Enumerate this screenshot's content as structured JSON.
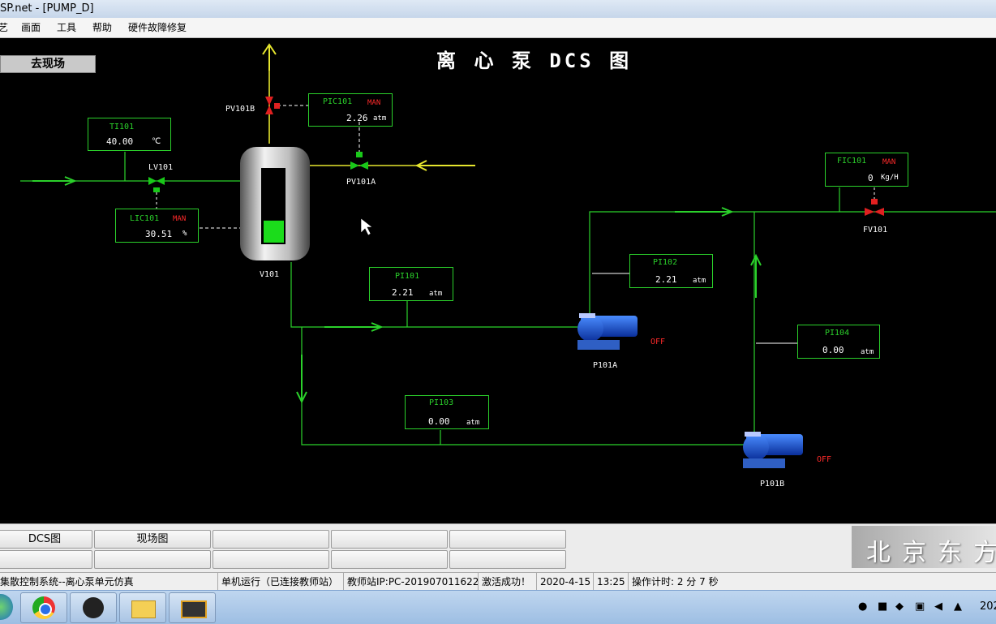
{
  "window": {
    "title": "SP.net - [PUMP_D]"
  },
  "menu": [
    "艺",
    "画面",
    "工具",
    "帮助",
    "硬件故障修复"
  ],
  "dcs": {
    "title": "离 心 泵 DCS 图",
    "goto_field_button": "去现场",
    "instruments": {
      "TI101": {
        "tag": "TI101",
        "value": "40.00",
        "unit": "℃"
      },
      "LIC101": {
        "tag": "LIC101",
        "mode": "MAN",
        "value": "30.51",
        "unit": "%"
      },
      "PIC101": {
        "tag": "PIC101",
        "mode": "MAN",
        "value": "2.26",
        "unit": "atm"
      },
      "FIC101": {
        "tag": "FIC101",
        "mode": "MAN",
        "value": "0",
        "unit": "Kg/H"
      },
      "PI101": {
        "tag": "PI101",
        "value": "2.21",
        "unit": "atm"
      },
      "PI102": {
        "tag": "PI102",
        "value": "2.21",
        "unit": "atm"
      },
      "PI103": {
        "tag": "PI103",
        "value": "0.00",
        "unit": "atm"
      },
      "PI104": {
        "tag": "PI104",
        "value": "0.00",
        "unit": "atm"
      }
    },
    "labels": {
      "LV101": "LV101",
      "PV101A": "PV101A",
      "PV101B": "PV101B",
      "FV101": "FV101",
      "V101": "V101",
      "P101A": "P101A",
      "P101B": "P101B"
    },
    "pump_status": {
      "P101A": "OFF",
      "P101B": "OFF"
    },
    "tank_level_percent": 30.51,
    "colors": {
      "pipe": "#2bd12b",
      "yellow_pipe": "#e6e62e",
      "valve_open": "#19c819",
      "valve_closed": "#e02020"
    }
  },
  "nav_buttons": {
    "row1": [
      "DCS图",
      "现场图",
      "",
      "",
      ""
    ],
    "row2": [
      "",
      "",
      "",
      "",
      ""
    ]
  },
  "logo": "北京东方",
  "status": {
    "app": "集散控制系统--离心泵单元仿真",
    "mode": "单机运行（已连接教师站）",
    "teacher_ip": "教师站IP:PC-201907011622",
    "activation": "激活成功！",
    "date": "2020-4-15",
    "time": "13:25",
    "op_timer": "操作计时: 2 分 7 秒"
  },
  "taskbar": {
    "clock": "202"
  }
}
